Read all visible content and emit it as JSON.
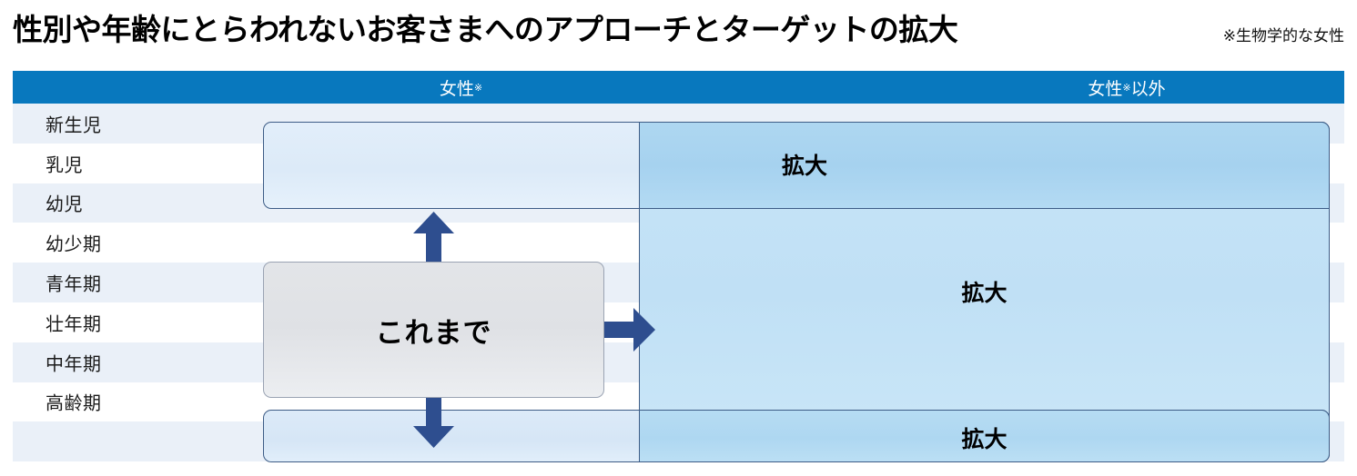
{
  "title": {
    "heading": "性別や年齢にとらわれないお客さまへのアプローチとターゲットの拡大",
    "note": "※生物学的な女性"
  },
  "colors": {
    "header_blue": "#0878be",
    "arrow_navy": "#2e4e8f",
    "row_stripe": "#eaf0f8",
    "box_light_blue": "#dceaf8",
    "box_mid_blue": "#c2e1f5",
    "box_dark_blue": "#a9d3ef",
    "box_grey": "#e3e5e8",
    "box_border": "#3d5c86"
  },
  "table": {
    "columns": [
      {
        "label": "女性",
        "mark": "※",
        "suffix": ""
      },
      {
        "label": "女性",
        "mark": "※",
        "suffix": "以外"
      }
    ],
    "rows": [
      {
        "label": "新生児"
      },
      {
        "label": "乳児"
      },
      {
        "label": "幼児"
      },
      {
        "label": "幼少期"
      },
      {
        "label": "青年期"
      },
      {
        "label": "壮年期"
      },
      {
        "label": "中年期"
      },
      {
        "label": "高齢期"
      },
      {
        "label": ""
      }
    ]
  },
  "shapes": {
    "current_box": {
      "label": "これまで"
    },
    "expand_top": {
      "label": "拡大"
    },
    "expand_middle": {
      "label": "拡大"
    },
    "expand_bottom": {
      "label": "拡大"
    }
  },
  "arrows": [
    {
      "name": "arrow-up",
      "direction": "up"
    },
    {
      "name": "arrow-down",
      "direction": "down"
    },
    {
      "name": "arrow-right",
      "direction": "right"
    }
  ]
}
